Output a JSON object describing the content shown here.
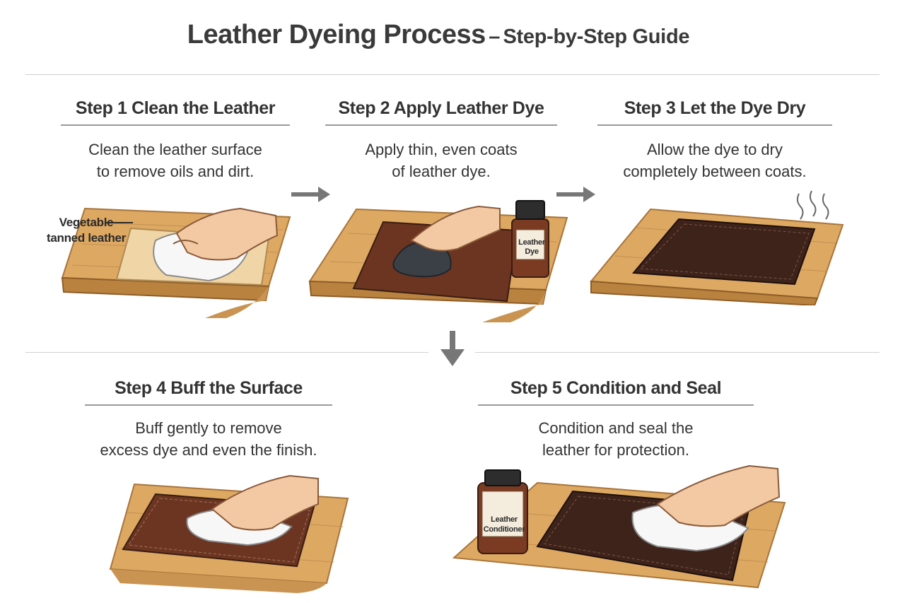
{
  "title": {
    "main": "Leather Dyeing Process",
    "separator": "–",
    "sub": "Step-by-Step Guide"
  },
  "steps": [
    {
      "heading": "Step 1  Clean the Leather",
      "desc_lines": [
        "Clean the leather surface",
        "to remove oils and dirt."
      ]
    },
    {
      "heading": "Step 2  Apply Leather Dye",
      "desc_lines": [
        "Apply thin, even coats",
        "of leather dye."
      ]
    },
    {
      "heading": "Step 3  Let the Dye Dry",
      "desc_lines": [
        "Allow the dye to dry",
        "completely between coats."
      ]
    },
    {
      "heading": "Step 4  Buff the Surface",
      "desc_lines": [
        "Buff gently to remove",
        "excess dye and even the finish."
      ]
    },
    {
      "heading": "Step 5  Condition and Seal",
      "desc_lines": [
        "Condition and seal the",
        "leather for protection."
      ]
    }
  ],
  "callout": {
    "lines": [
      "Vegetable",
      "tanned leather"
    ]
  },
  "bottles": {
    "dye": {
      "lines": [
        "Leather",
        "Dye"
      ]
    },
    "conditioner": {
      "lines": [
        "Leather",
        "Conditioner"
      ]
    }
  },
  "colors": {
    "wood": "#dca862",
    "wood_edge": "#b9823f",
    "raw_leather": "#f0d6a6",
    "dyed_leather": "#6b3522",
    "dark_leather": "#3e231b",
    "cloth": "#f7f7f7",
    "skin": "#f2c9a2",
    "sponge": "#3b3f46",
    "arrow": "#777777"
  }
}
